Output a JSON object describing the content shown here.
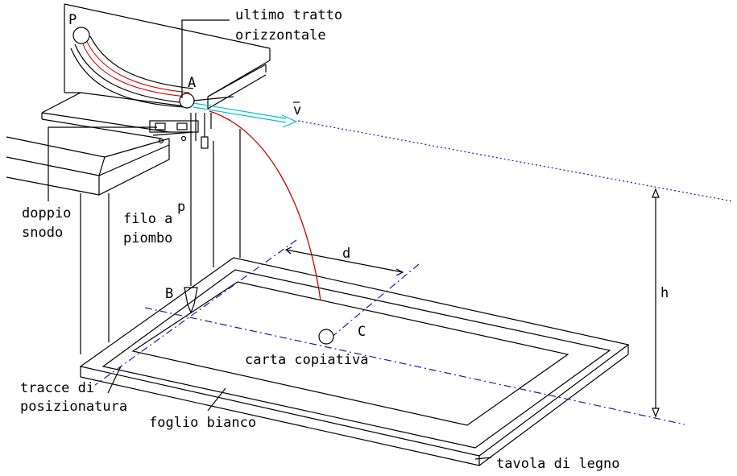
{
  "labels": {
    "P": "P",
    "A": "A",
    "B": "B",
    "C": "C",
    "p": "p",
    "d": "d",
    "h": "h",
    "v": "v",
    "ultimo_line1": "ultimo tratto",
    "ultimo_line2": "orizzontale",
    "doppio_line1": "doppio",
    "doppio_line2": "snodo",
    "filo_line1": "filo a",
    "filo_line2": "piombo",
    "carta": "carta copiativa",
    "tracce_line1": "tracce di",
    "tracce_line2": "posizionatura",
    "foglio": "foglio bianco",
    "tavola": "tavola di legno"
  },
  "colors": {
    "ink": "#000000",
    "trajectory": "#cc0000",
    "velocity_arrow": "#00bcd4",
    "guide_lines": "#1a1aa8"
  }
}
